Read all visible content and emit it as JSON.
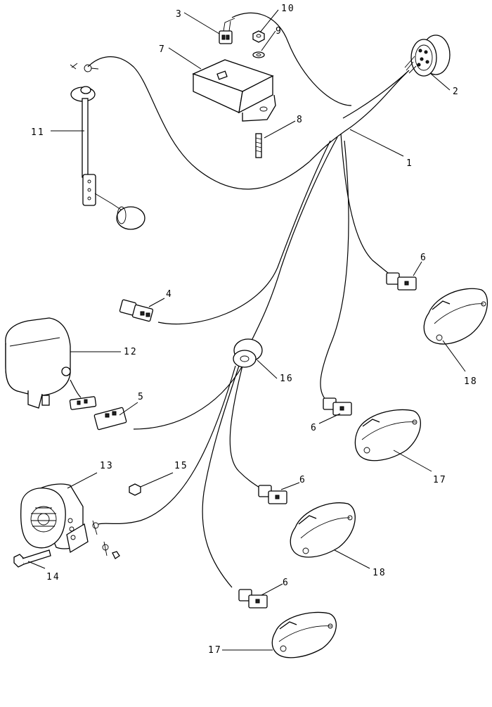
{
  "callouts": {
    "c1": "1",
    "c2": "2",
    "c3": "3",
    "c4": "4",
    "c5": "5",
    "c6a": "6",
    "c6b": "6",
    "c6c": "6",
    "c6d": "6",
    "c7": "7",
    "c8": "8",
    "c9": "9",
    "c10": "10",
    "c11": "11",
    "c12": "12",
    "c13": "13",
    "c14": "14",
    "c15": "15",
    "c16": "16",
    "c17a": "17",
    "c17b": "17",
    "c18a": "18",
    "c18b": "18"
  }
}
